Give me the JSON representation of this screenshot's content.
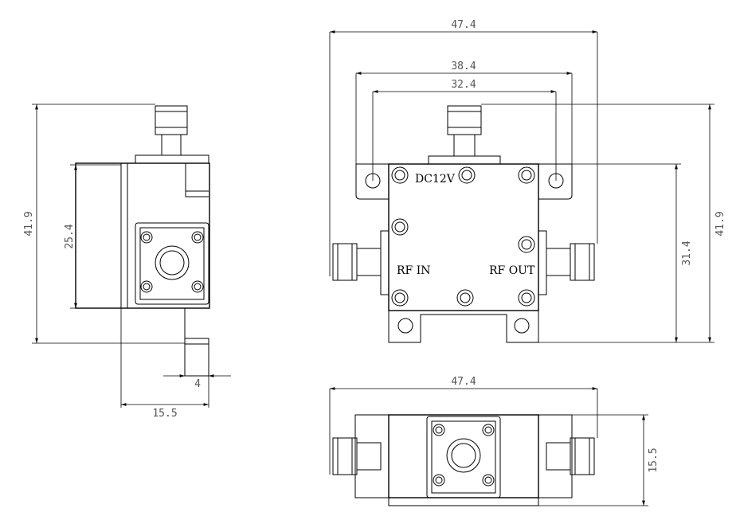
{
  "labels": {
    "dc": "DC12V",
    "rf_in": "RF IN",
    "rf_out": "RF OUT"
  },
  "dimensions": {
    "front_width_outer": "47.4",
    "front_width_mid": "38.4",
    "front_width_inner": "32.4",
    "front_height_total": "41.9",
    "front_height_body": "31.4",
    "side_height_total": "41.9",
    "side_height_body": "25.4",
    "side_depth": "15.5",
    "side_offset": "4",
    "bottom_width": "47.4",
    "bottom_height": "15.5"
  }
}
